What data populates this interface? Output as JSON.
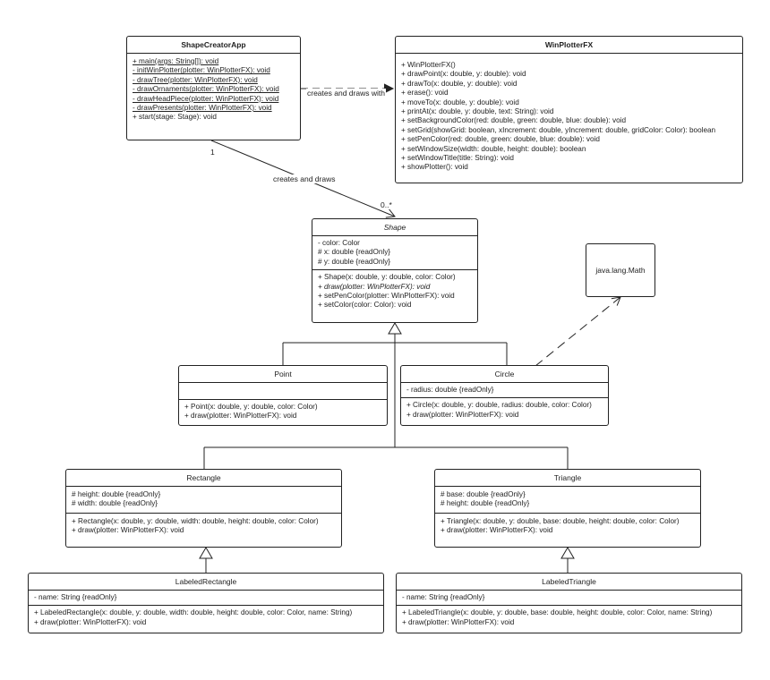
{
  "classes": {
    "shapecreatorapp": {
      "title": "ShapeCreatorApp",
      "ops": [
        "+ main(args: String[]): void",
        "- initWinPlotter(plotter: WinPlotterFX): void",
        "- drawTree(plotter: WinPlotterFX): void",
        "- drawOrnaments(plotter: WinPlotterFX): void",
        "- drawHeadPiece(plotter: WinPlotterFX): void",
        "- drawPresents(plotter: WinPlotterFX): void",
        "+ start(stage: Stage): void"
      ]
    },
    "winplotterfx": {
      "title": "WinPlotterFX",
      "ops": [
        "+ WinPlotterFX()",
        "+ drawPoint(x: double, y: double): void",
        "+ drawTo(x: double, y: double): void",
        "+ erase(): void",
        "+ moveTo(x: double, y: double): void",
        "+ printAt(x: double, y: double, text: String): void",
        "+ setBackgroundColor(red: double, green: double, blue: double): void",
        "+ setGrid(showGrid: boolean, xIncrement: double, yIncrement: double, gridColor: Color): boolean",
        "+ setPenColor(red: double, green: double, blue: double): void",
        "+ setWindowSize(width: double, height: double): boolean",
        "+ setWindowTitle(title: String): void",
        "+ showPlotter(): void"
      ]
    },
    "shape": {
      "title": "Shape",
      "attrs": [
        "- color: Color",
        "# x: double {readOnly}",
        "# y: double {readOnly}"
      ],
      "ops": [
        "+ Shape(x: double, y: double, color: Color)",
        "+ draw(plotter: WinPlotterFX): void",
        "+ setPenColor(plotter: WinPlotterFX): void",
        "+ setColor(color: Color): void"
      ]
    },
    "point": {
      "title": "Point",
      "ops": [
        "+ Point(x: double, y: double, color: Color)",
        "+ draw(plotter: WinPlotterFX): void"
      ]
    },
    "circle": {
      "title": "Circle",
      "attrs": [
        "- radius: double {readOnly}"
      ],
      "ops": [
        "+ Circle(x: double, y: double, radius: double, color: Color)",
        "+ draw(plotter: WinPlotterFX): void"
      ]
    },
    "rectangle": {
      "title": "Rectangle",
      "attrs": [
        "# height: double {readOnly}",
        "# width: double {readOnly}"
      ],
      "ops": [
        "+ Rectangle(x: double, y: double, width: double, height: double, color: Color)",
        "+ draw(plotter: WinPlotterFX): void"
      ]
    },
    "triangle": {
      "title": "Triangle",
      "attrs": [
        "# base: double {readOnly}",
        "# height: double {readOnly}"
      ],
      "ops": [
        "+ Triangle(x: double, y: double, base: double, height: double, color: Color)",
        "+ draw(plotter: WinPlotterFX): void"
      ]
    },
    "labeledrectangle": {
      "title": "LabeledRectangle",
      "attrs": [
        "- name: String {readOnly}"
      ],
      "ops": [
        "+ LabeledRectangle(x: double, y: double, width: double, height: double, color: Color, name: String)",
        "+ draw(plotter: WinPlotterFX): void"
      ]
    },
    "labeledtriangle": {
      "title": "LabeledTriangle",
      "attrs": [
        "- name: String {readOnly}"
      ],
      "ops": [
        "+ LabeledTriangle(x: double, y: double, base: double, height: double, color: Color, name: String)",
        "+ draw(plotter: WinPlotterFX): void"
      ]
    }
  },
  "note": {
    "text": "java.lang.Math"
  },
  "labels": {
    "creates_and_draws_with": "creates and draws with",
    "creates_and_draws": "creates and draws",
    "mult_one": "1",
    "mult_many": "0..*"
  }
}
